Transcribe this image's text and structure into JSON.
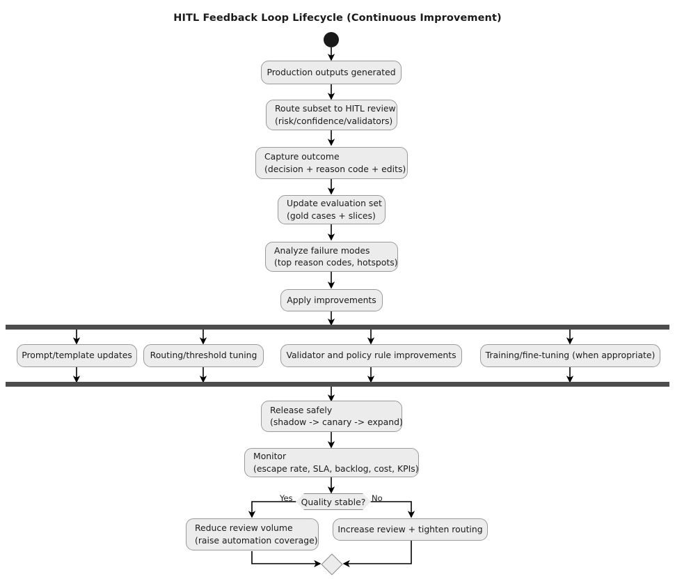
{
  "diagram": {
    "title": "HITL Feedback Loop Lifecycle (Continuous Improvement)",
    "type": "activity-flowchart",
    "colors": {
      "node_fill": "#ececec",
      "node_border": "#999999",
      "bar_fill": "#4d4d4d",
      "text": "#1a1a1a",
      "edge": "#000000",
      "background": "#ffffff"
    },
    "start_node": "filled-circle-start",
    "end_node": "merge-diamond",
    "nodes": {
      "production_outputs": "Production outputs generated",
      "route_subset_l1": "Route subset to HITL review",
      "route_subset_l2": "(risk/confidence/validators)",
      "capture_outcome_l1": "Capture outcome",
      "capture_outcome_l2": "(decision + reason code + edits)",
      "update_eval_l1": "Update evaluation set",
      "update_eval_l2": "(gold cases + slices)",
      "analyze_failure_l1": "Analyze failure modes",
      "analyze_failure_l2": "(top reason codes, hotspots)",
      "apply_improvements": "Apply improvements",
      "branch_prompt": "Prompt/template updates",
      "branch_routing": "Routing/threshold tuning",
      "branch_validator": "Validator and policy rule improvements",
      "branch_training": "Training/fine-tuning (when appropriate)",
      "release_safely_l1": "Release safely",
      "release_safely_l2": "(shadow -> canary -> expand)",
      "monitor_l1": "Monitor",
      "monitor_l2": "(escape rate, SLA, backlog, cost, KPIs)",
      "quality_stable": "Quality stable?",
      "reduce_review_l1": "Reduce review volume",
      "reduce_review_l2": "(raise automation coverage)",
      "increase_review": "Increase review + tighten routing"
    },
    "edge_labels": {
      "yes": "Yes",
      "no": "No"
    }
  }
}
